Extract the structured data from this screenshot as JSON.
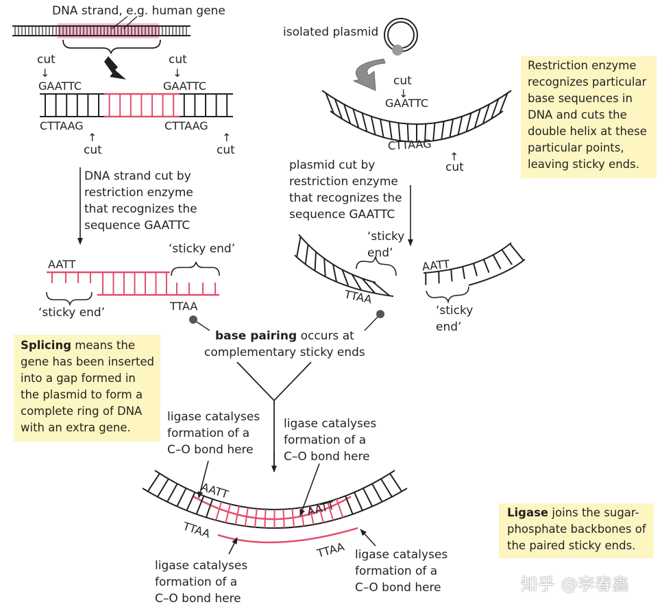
{
  "labels": {
    "dna_strand": "DNA strand, e.g. human gene",
    "cut": "cut",
    "isolated_plasmid": "isolated plasmid",
    "dna_cut_desc": [
      "DNA strand cut by",
      "restriction enzyme",
      "that recognizes the",
      "sequence GAATTC"
    ],
    "plasmid_cut_desc": [
      "plasmid cut by",
      "restriction enzyme",
      "that recognizes the",
      "sequence GAATTC"
    ],
    "sticky_end": "‘sticky end’",
    "sticky_end_line1": "‘sticky",
    "sticky_end_line2": "end’",
    "base_pairing_bold": "base pairing",
    "base_pairing_rest": " occurs at",
    "base_pairing_line2": "complementary sticky ends",
    "ligase_note": [
      "ligase catalyses",
      "formation of a",
      "C–O bond here"
    ]
  },
  "sequences": {
    "top": "GAATTC",
    "bottom": "CTTAAG",
    "sticky_top": "AATT",
    "sticky_bottom": "TTAA"
  },
  "callouts": {
    "restriction": "Restriction enzyme recognizes particular base sequences in DNA and cuts the double helix at these particular points, leaving sticky ends.",
    "splicing_bold": "Splicing",
    "splicing_rest": " means the gene has been inserted into a gap formed in the plasmid to form a complete ring of DNA with an extra gene.",
    "ligase_bold": "Ligase",
    "ligase_rest": " joins the sugar-phosphate backbones of the paired sticky ends."
  },
  "watermark": "知乎 @李春鑫",
  "colors": {
    "ink": "#231f20",
    "gene": "#e0506e",
    "gene_fill": "#f4b6c8",
    "callout_bg": "#fdf6c3",
    "arrow_grey": "#8c8c8c"
  }
}
